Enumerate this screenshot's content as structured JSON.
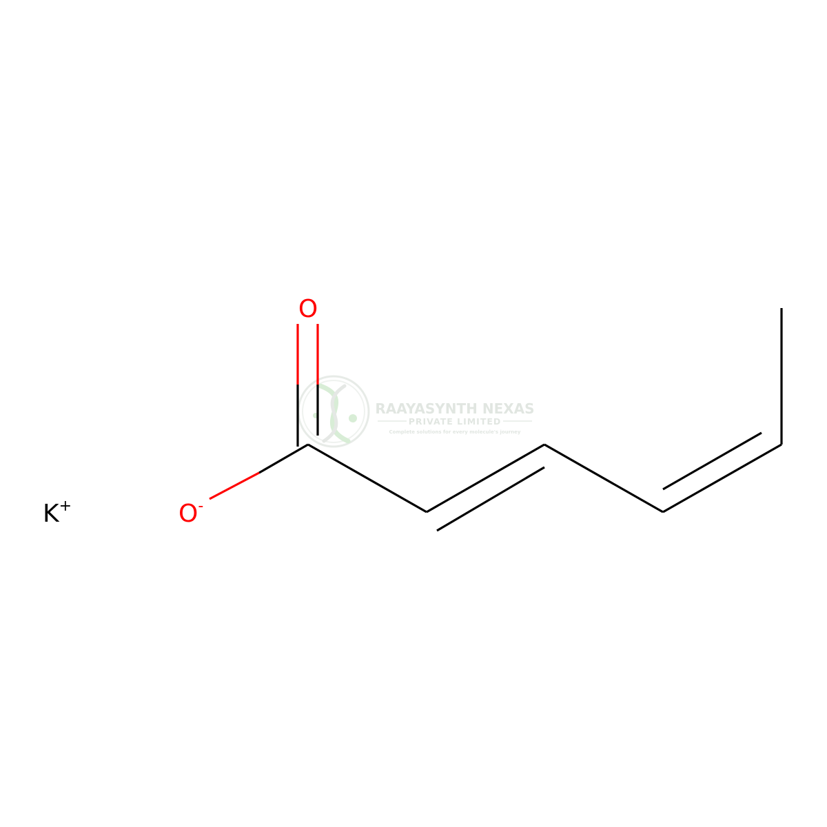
{
  "molecule": {
    "atoms": {
      "oxygen_top": {
        "symbol": "O",
        "color": "#ff0000"
      },
      "oxygen_anion": {
        "symbol": "O",
        "charge": "-",
        "color": "#ff0000"
      },
      "potassium": {
        "symbol": "K",
        "charge": "+",
        "color": "#000000"
      }
    },
    "bond_color": "#000000",
    "heteroatom_bond_color": "#ff0000"
  },
  "watermark": {
    "company": "RAAYASYNTH NEXAS",
    "subtitle": "PRIVATE LIMITED",
    "tagline": "Complete solutions for every molecule's journey",
    "logo_icon": "dna-helix-icon",
    "color": "#cfd8d0",
    "accent": "#b9dfb5"
  }
}
